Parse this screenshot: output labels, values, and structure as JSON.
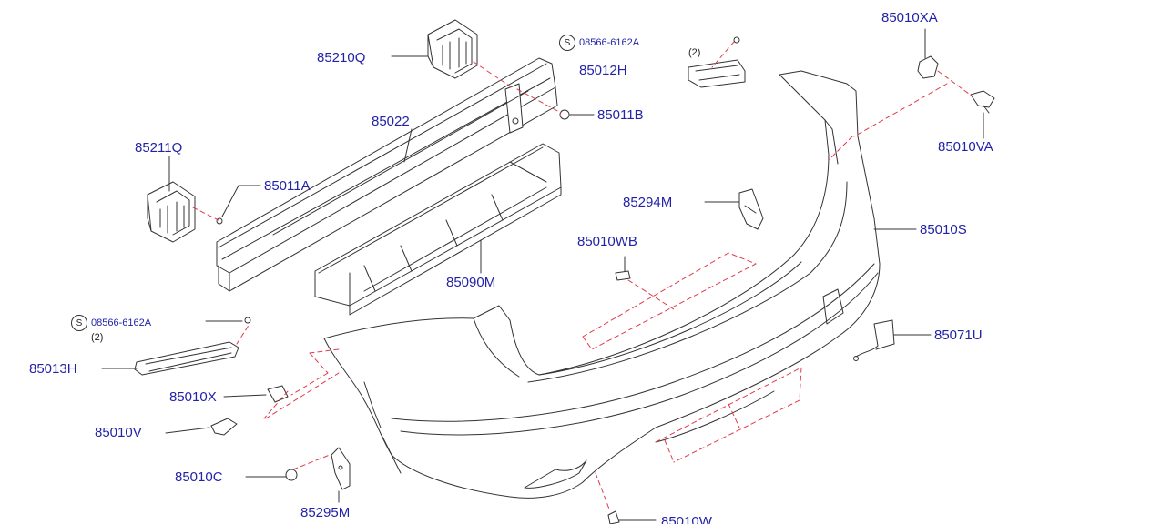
{
  "colors": {
    "label": "#2323a8",
    "line": "#333333",
    "leader": "#e03a4a"
  },
  "labels": {
    "p85010XA": "85010XA",
    "p85210Q": "85210Q",
    "p85012H": "85012H",
    "p85011B": "85011B",
    "p85022": "85022",
    "p85211Q": "85211Q",
    "p85011A": "85011A",
    "p85010VA": "85010VA",
    "p85294M": "85294M",
    "p85010S": "85010S",
    "p85010WB": "85010WB",
    "p85090M": "85090M",
    "p85071U": "85071U",
    "p85013H": "85013H",
    "p85010X": "85010X",
    "p85010V": "85010V",
    "p85010C": "85010C",
    "p85295M": "85295M",
    "p85010W": "85010W"
  },
  "standard_parts": {
    "badge": "S",
    "top_code": "08566-6162A",
    "left_code": "08566-6162A"
  },
  "quantities": {
    "top": "(2)",
    "left": "(2)"
  }
}
